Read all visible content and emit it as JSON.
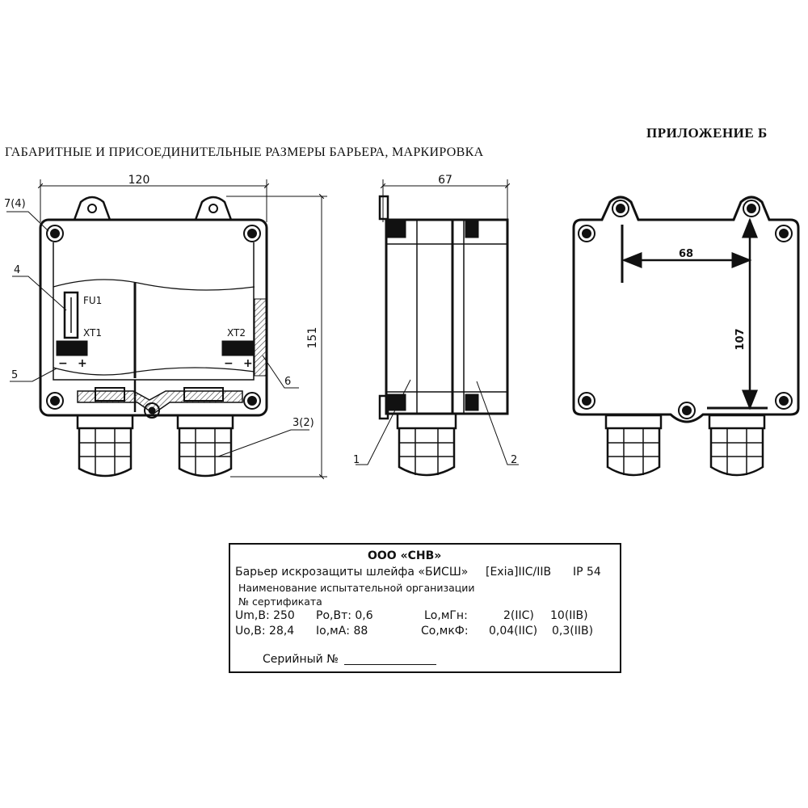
{
  "header": {
    "appendix": "ПРИЛОЖЕНИЕ Б",
    "title": "ГАБАРИТНЫЕ И ПРИСОЕДИНИТЕЛЬНЫЕ РАЗМЕРЫ БАРЬЕРА, МАРКИРОВКА"
  },
  "front_view": {
    "dim_width": "120",
    "dim_height": "151",
    "callouts": [
      "7(4)",
      "4",
      "5",
      "6",
      "3(2)"
    ],
    "fuse": "FU1",
    "terminal_1": "XT1",
    "terminal_2": "XT2",
    "minus": "−",
    "plus": "+"
  },
  "side_view": {
    "dim_depth": "67",
    "callouts": [
      "1",
      "2"
    ]
  },
  "rear_view": {
    "dim_horizontal": "68",
    "dim_vertical": "107"
  },
  "nameplate": {
    "company": "ООО «СНВ»",
    "product": "Барьер искрозащиты шлейфа «БИСШ»",
    "ex_marking": "[Exia]IIC/IIB",
    "ip": "IP 54",
    "test_org": "Наименование испытательной организации",
    "certificate": "№ сертификата",
    "um": "Um,В: 250",
    "po": "Pо,Вт: 0,6",
    "lo_label": "Lо,мГн:",
    "lo_iic": "2(IIC)",
    "lo_iib": "10(IIB)",
    "uo": "Uо,В: 28,4",
    "io": "Iо,мА: 88",
    "co_label": "Cо,мкФ:",
    "co_iic": "0,04(IIC)",
    "co_iib": "0,3(IIB)",
    "serial": "Серийный №"
  }
}
